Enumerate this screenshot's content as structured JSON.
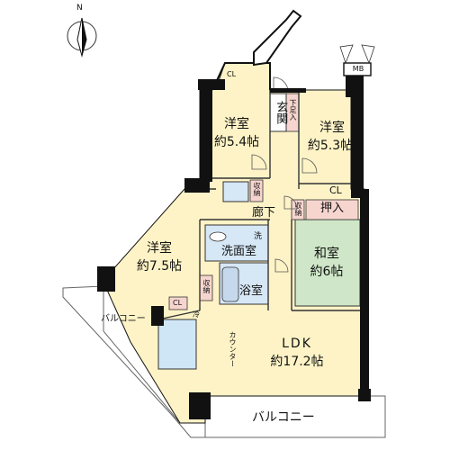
{
  "compass": {
    "north_label": "N"
  },
  "meter_box": "MB",
  "rooms": {
    "youshitsu_a": {
      "name": "洋室",
      "size": "約5.4帖"
    },
    "youshitsu_b": {
      "name": "洋室",
      "size": "約5.3帖"
    },
    "youshitsu_c": {
      "name": "洋室",
      "size": "約7.5帖"
    },
    "washitsu": {
      "name": "和室",
      "size": "約6帖"
    },
    "ldk": {
      "name": "LDK",
      "size": "約17.2帖"
    },
    "genkan": "玄関",
    "geta_ire": "下足入",
    "rouka": "廊下",
    "senmenshitsu": "洗面室",
    "yokushitsu": "浴室",
    "oshiire": "押入"
  },
  "storage": {
    "cl_top": "CL",
    "cl_right": "CL",
    "cl_left": "CL",
    "shuno_1": "収納",
    "shuno_2": "収納",
    "shuno_3": "収納",
    "sen": "洗",
    "ref": "冷",
    "counter": "カウンター"
  },
  "balcony": {
    "left": "バルコニー",
    "bottom": "バルコニー"
  },
  "colors": {
    "wall": "#111111",
    "floor": "#fdf3c6",
    "wet": "#d6e7f6",
    "washitsu": "#cfe7c8",
    "storage": "#f7d5cf",
    "kitchen": "#cfe6f7",
    "line": "#333333"
  }
}
